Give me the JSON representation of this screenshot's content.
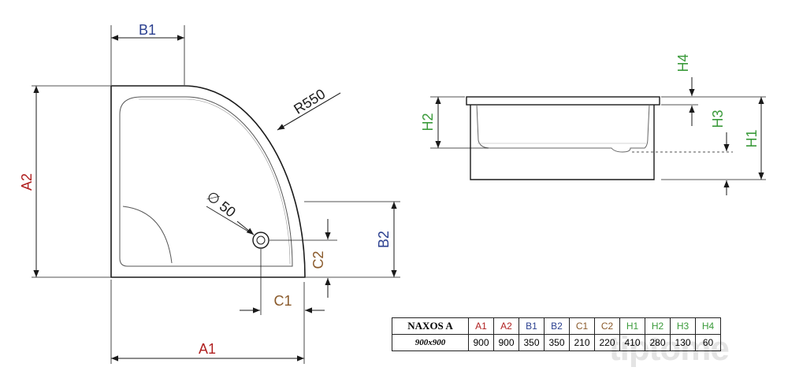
{
  "colors": {
    "red": "#b02020",
    "blue": "#2a3f8f",
    "brown": "#8a5a2b",
    "green": "#3a9a3a",
    "line": "#1a1a1a"
  },
  "labels": {
    "B1": "B1",
    "A2": "A2",
    "R": "R550",
    "D": "∅ 50",
    "B2": "B2",
    "C2": "C2",
    "C1": "C1",
    "A1": "A1",
    "H4": "H4",
    "H2": "H2",
    "H3": "H3",
    "H1": "H1"
  },
  "table": {
    "model": "NAXOS A",
    "size": "900x900",
    "headers": [
      {
        "text": "A1",
        "color": "red"
      },
      {
        "text": "A2",
        "color": "red"
      },
      {
        "text": "B1",
        "color": "blue"
      },
      {
        "text": "B2",
        "color": "blue"
      },
      {
        "text": "C1",
        "color": "brown"
      },
      {
        "text": "C2",
        "color": "brown"
      },
      {
        "text": "H1",
        "color": "green"
      },
      {
        "text": "H2",
        "color": "green"
      },
      {
        "text": "H3",
        "color": "green"
      },
      {
        "text": "H4",
        "color": "green"
      }
    ],
    "values": [
      "900",
      "900",
      "350",
      "350",
      "210",
      "220",
      "410",
      "280",
      "130",
      "60"
    ]
  },
  "watermark": "tiptome"
}
